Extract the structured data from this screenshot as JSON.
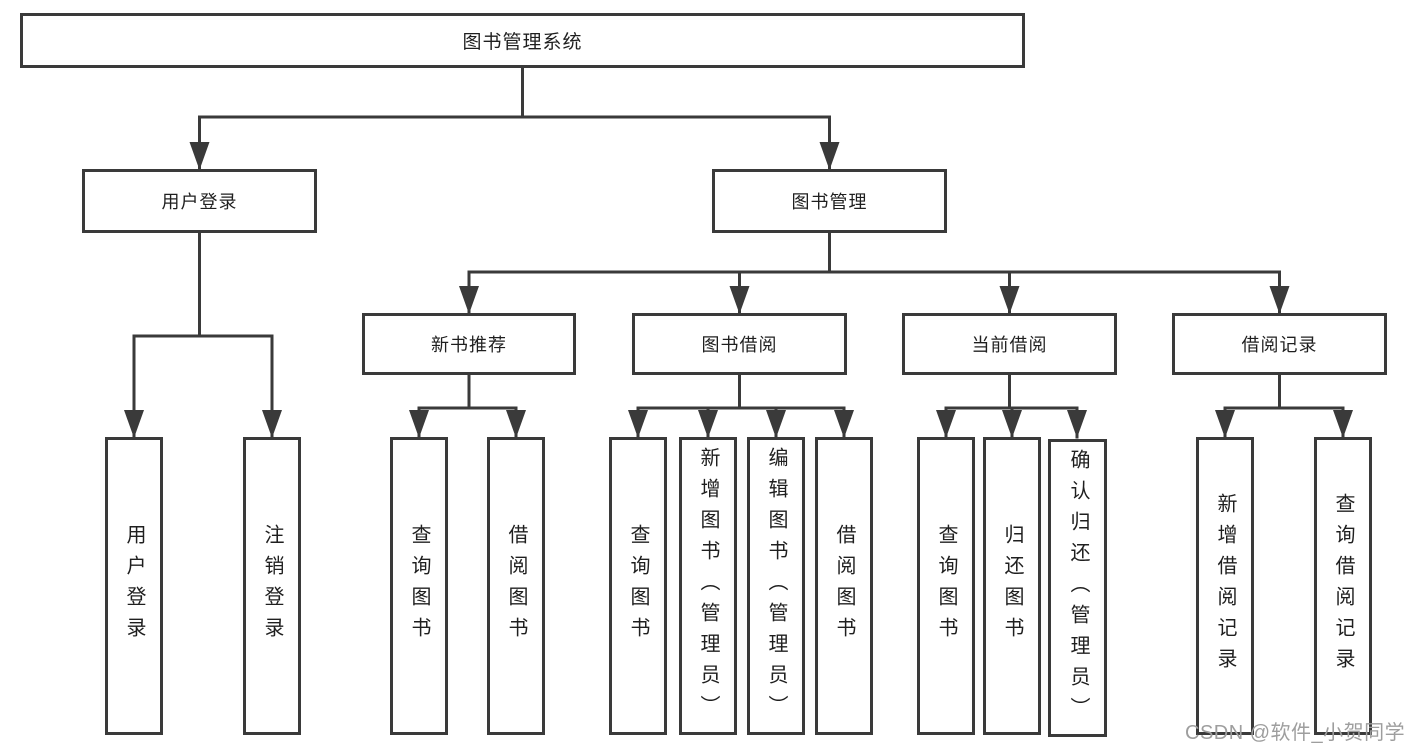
{
  "tree": {
    "root": "图书管理系统",
    "branches": [
      {
        "label": "用户登录",
        "children": [
          "用户登录",
          "注销登录"
        ]
      },
      {
        "label": "图书管理",
        "children": [
          {
            "label": "新书推荐",
            "children": [
              "查询图书",
              "借阅图书"
            ]
          },
          {
            "label": "图书借阅",
            "children": [
              "查询图书",
              "新增图书（管理员）",
              "编辑图书（管理员）",
              "借阅图书"
            ]
          },
          {
            "label": "当前借阅",
            "children": [
              "查询图书",
              "归还图书",
              "确认归还（管理员）"
            ]
          },
          {
            "label": "借阅记录",
            "children": [
              "新增借阅记录",
              "查询借阅记录"
            ]
          }
        ]
      }
    ]
  },
  "watermark": {
    "text": "CSDN @软件_小贺同学"
  },
  "colors": {
    "line": "#3a3a3a",
    "box_border": "#3a3a3a",
    "text": "#1f1f1f",
    "watermark": "#9e9e9e",
    "background": "#ffffff"
  }
}
